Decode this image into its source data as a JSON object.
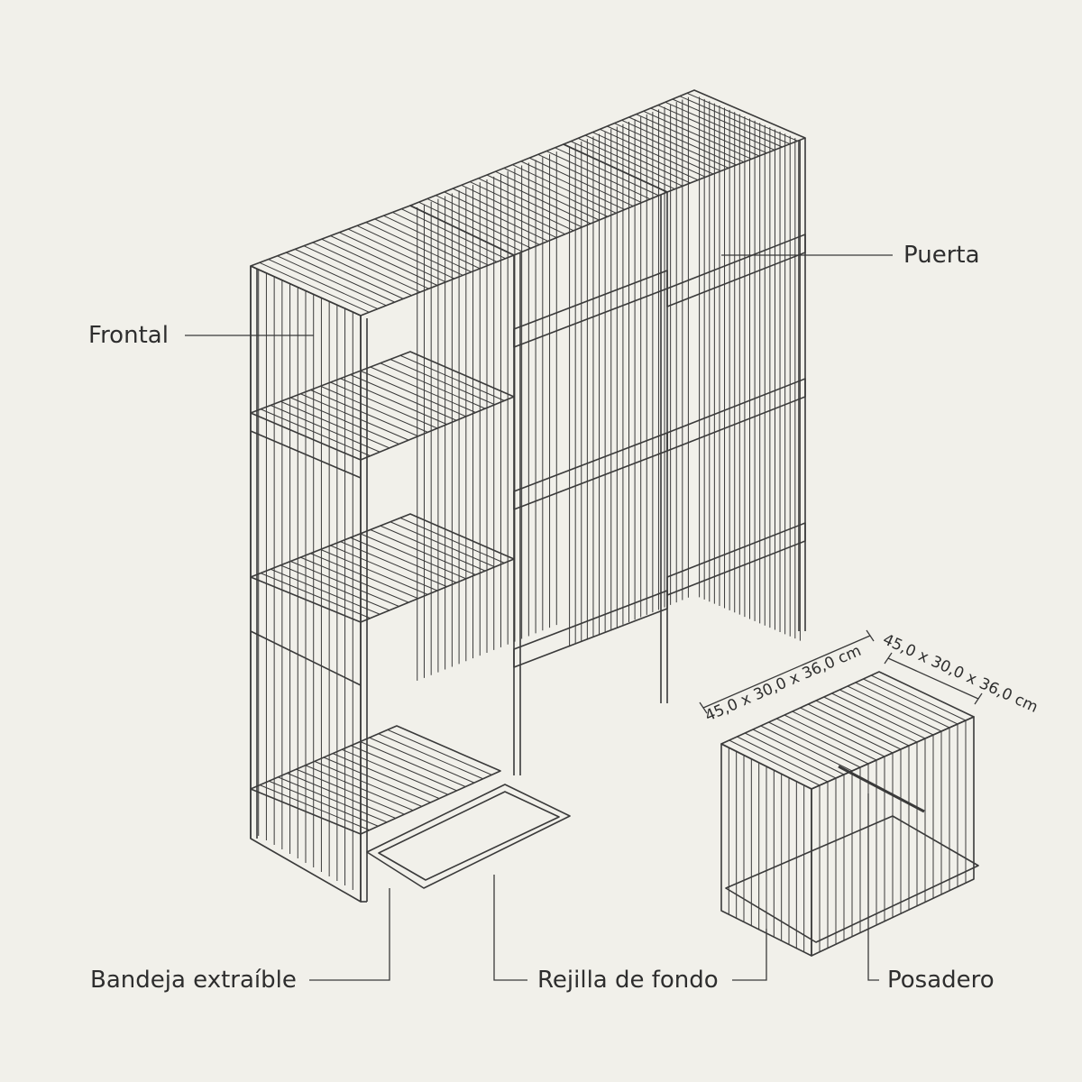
{
  "labels": {
    "frontal": "Frontal",
    "puerta": "Puerta",
    "bandeja": "Bandeja extraíble",
    "rejilla": "Rejilla de fondo",
    "posadero": "Posadero"
  },
  "dimensions": {
    "width_label": "45,0 x 30,0 x 36,0 cm",
    "depth_label": "45,0 x 30,0 x 36,0 cm"
  },
  "colors": {
    "background": "#f1f0ea",
    "line": "#3a3a3a",
    "text": "#2e2e2e"
  }
}
